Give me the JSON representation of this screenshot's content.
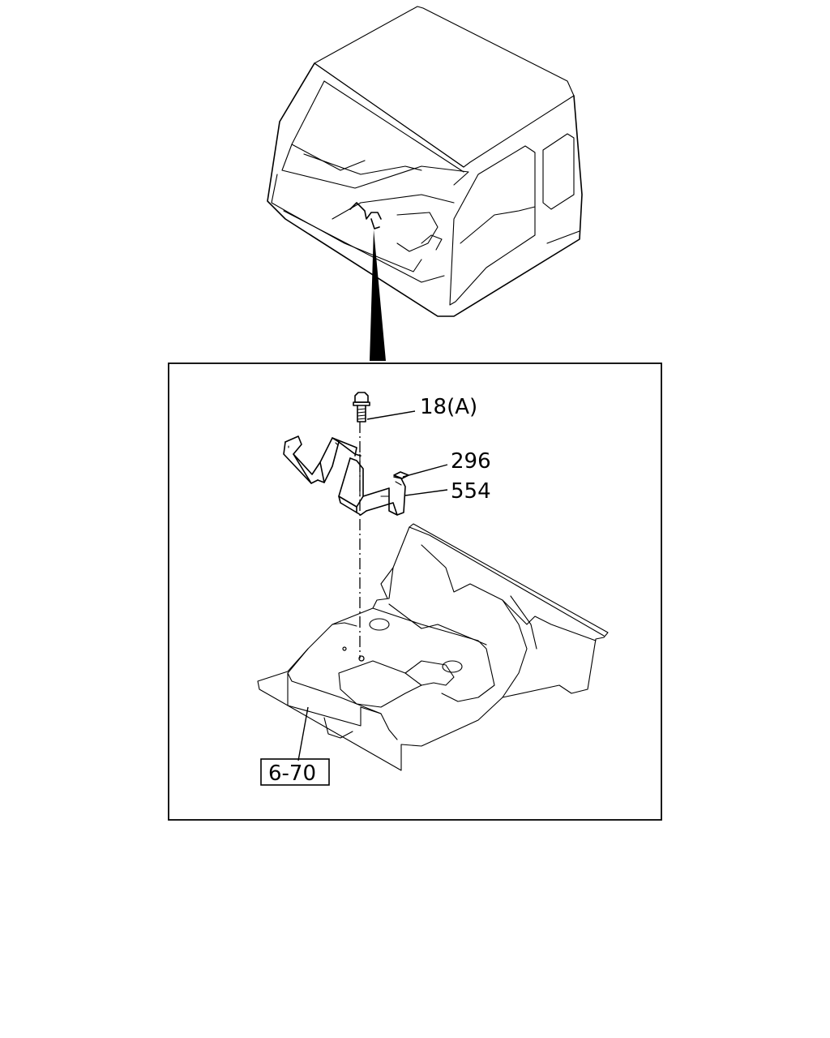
{
  "callouts": {
    "bolt": "18(A)",
    "washer": "296",
    "bracket": "554",
    "reference": "6-70"
  }
}
